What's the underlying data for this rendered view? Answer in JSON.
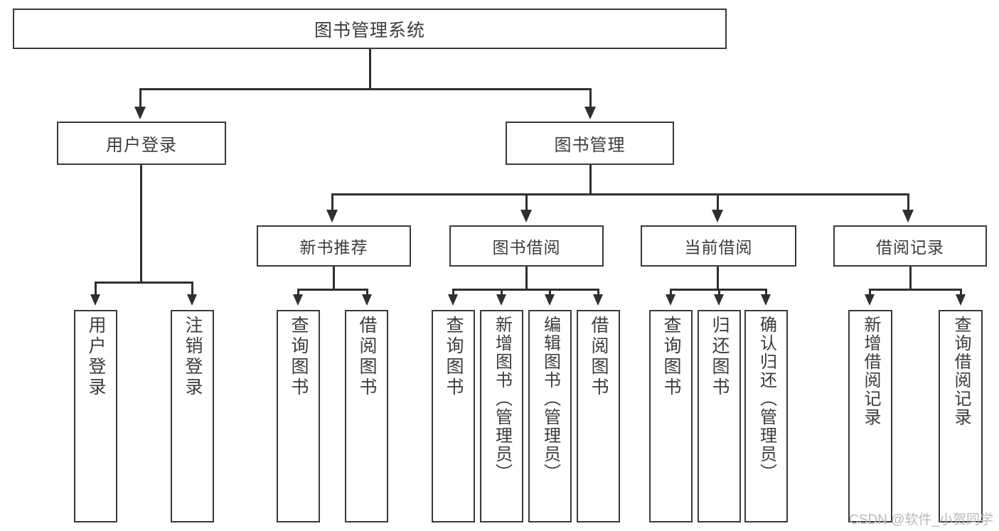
{
  "diagram": {
    "type": "tree",
    "title": "图书管理系统",
    "root": {
      "label": "图书管理系统"
    },
    "level2": [
      {
        "label": "用户登录"
      },
      {
        "label": "图书管理"
      }
    ],
    "level3": [
      {
        "label": "新书推荐"
      },
      {
        "label": "图书借阅"
      },
      {
        "label": "当前借阅"
      },
      {
        "label": "借阅记录"
      }
    ],
    "leaves": {
      "user_login": [
        {
          "label": "用户登录"
        },
        {
          "label": "注销登录"
        }
      ],
      "new_book_recommend": [
        {
          "label": "查询图书"
        },
        {
          "label": "借阅图书"
        }
      ],
      "book_borrow": [
        {
          "label": "查询图书"
        },
        {
          "label": "新增图书（管理员）"
        },
        {
          "label": "编辑图书（管理员）"
        },
        {
          "label": "借阅图书"
        }
      ],
      "current_borrow": [
        {
          "label": "查询图书"
        },
        {
          "label": "归还图书"
        },
        {
          "label": "确认归还（管理员）"
        }
      ],
      "borrow_records": [
        {
          "label": "新增借阅记录"
        },
        {
          "label": "查询借阅记录"
        }
      ]
    }
  },
  "watermark": {
    "text": "CSDN @软件_小贺同学"
  },
  "colors": {
    "box_border": "#3a3a3a",
    "connector": "#2f2f2f",
    "text": "#3c3c3c",
    "background": "#ffffff",
    "watermark": "#b9b9b9"
  }
}
